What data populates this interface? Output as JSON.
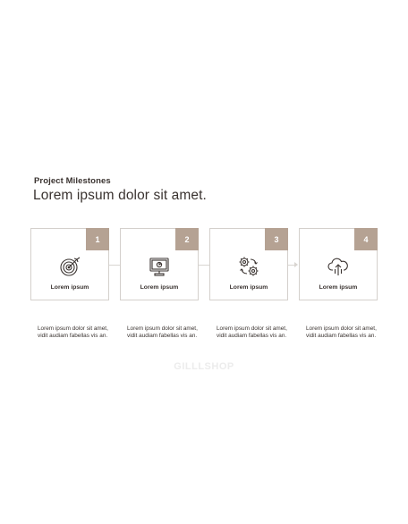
{
  "slide": {
    "section_label": "Project Milestones",
    "headline": "Lorem ipsum dolor sit amet."
  },
  "steps": [
    {
      "number": "1",
      "icon": "target-icon",
      "label": "Lorem ipsum",
      "description": "Lorem ipsum dolor sit amet, vidit audiam fabellas vis an."
    },
    {
      "number": "2",
      "icon": "monitor-icon",
      "label": "Lorem ipsum",
      "description": "Lorem ipsum dolor sit amet, vidit audiam fabellas vis an."
    },
    {
      "number": "3",
      "icon": "gears-cycle-icon",
      "label": "Lorem ipsum",
      "description": "Lorem ipsum dolor sit amet, vidit audiam fabellas vis an."
    },
    {
      "number": "4",
      "icon": "cloud-upload-icon",
      "label": "Lorem ipsum",
      "description": "Lorem ipsum dolor sit amet, vidit audiam fabellas vis an."
    }
  ],
  "watermark": "GILLLSHOP",
  "colors": {
    "accent": "#b5a293",
    "text_dark": "#3a3330",
    "border": "#d4d0cc",
    "connector": "#d9d5d1"
  }
}
